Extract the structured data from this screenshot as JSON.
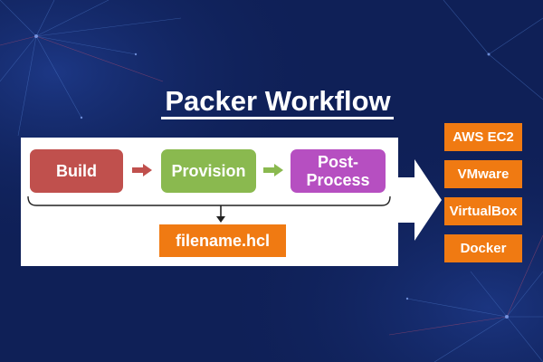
{
  "title": "Packer Workflow",
  "steps": [
    {
      "label": "Build",
      "color": "#c0504d"
    },
    {
      "label": "Provision",
      "color": "#8ab94f"
    },
    {
      "label": "Post-\nProcess",
      "color": "#b64fc1"
    }
  ],
  "config_file": "filename.hcl",
  "targets": [
    "AWS EC2",
    "VMware",
    "VirtualBox",
    "Docker"
  ],
  "colors": {
    "background": "#0f2057",
    "panel": "#ffffff",
    "accent_orange": "#f07a12",
    "arrow_build": "#c0504d",
    "arrow_provision": "#8ab94f"
  }
}
